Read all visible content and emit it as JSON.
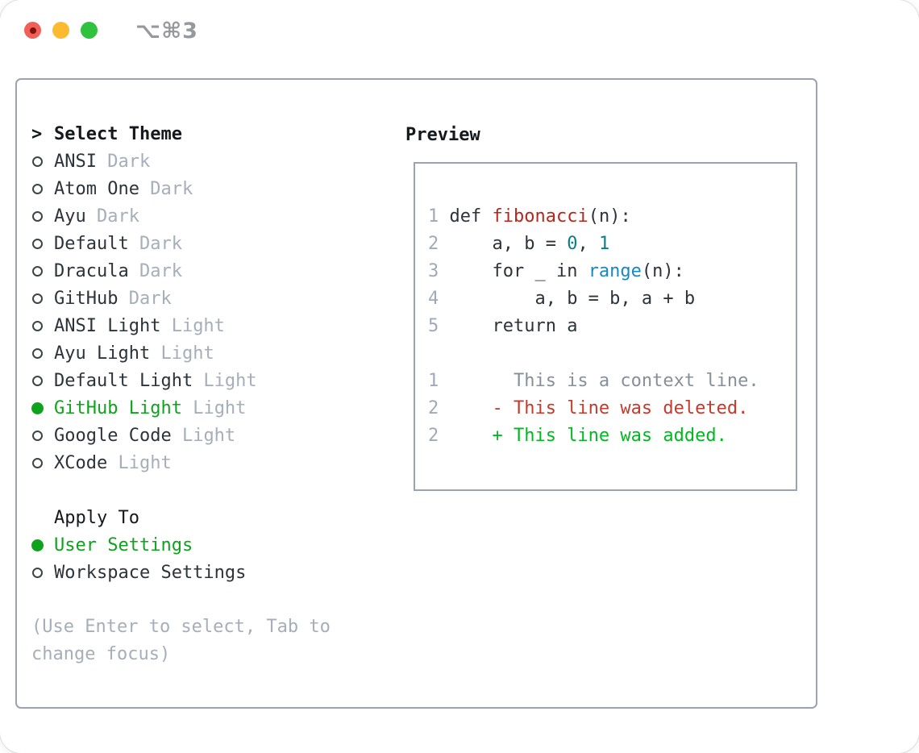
{
  "window": {
    "title": "⌥⌘3"
  },
  "titlebar": {
    "buttons": [
      {
        "name": "close"
      },
      {
        "name": "minimize"
      },
      {
        "name": "zoom"
      }
    ]
  },
  "theme_list": {
    "prompt_icon": ">",
    "header": "Select Theme",
    "items": [
      {
        "name": "ANSI",
        "variant": "Dark",
        "selected": false
      },
      {
        "name": "Atom One",
        "variant": "Dark",
        "selected": false
      },
      {
        "name": "Ayu",
        "variant": "Dark",
        "selected": false
      },
      {
        "name": "Default",
        "variant": "Dark",
        "selected": false
      },
      {
        "name": "Dracula",
        "variant": "Dark",
        "selected": false
      },
      {
        "name": "GitHub",
        "variant": "Dark",
        "selected": false
      },
      {
        "name": "ANSI Light",
        "variant": "Light",
        "selected": false
      },
      {
        "name": "Ayu Light",
        "variant": "Light",
        "selected": false
      },
      {
        "name": "Default Light",
        "variant": "Light",
        "selected": false
      },
      {
        "name": "GitHub Light",
        "variant": "Light",
        "selected": true
      },
      {
        "name": "Google Code",
        "variant": "Light",
        "selected": false
      },
      {
        "name": "XCode",
        "variant": "Light",
        "selected": false
      }
    ]
  },
  "apply_to": {
    "header": "Apply To",
    "options": [
      {
        "label": "User Settings",
        "selected": true
      },
      {
        "label": "Workspace Settings",
        "selected": false
      }
    ]
  },
  "help_text": "(Use Enter to select, Tab to change focus)",
  "preview": {
    "header": "Preview",
    "code_lines": [
      {
        "num": "1",
        "segments": [
          {
            "text": " def ",
            "color": "fg"
          },
          {
            "text": "fibonacci",
            "color": "func"
          },
          {
            "text": "(n):",
            "color": "fg"
          }
        ]
      },
      {
        "num": "2",
        "segments": [
          {
            "text": "     a, b = ",
            "color": "fg"
          },
          {
            "text": "0",
            "color": "numlit"
          },
          {
            "text": ", ",
            "color": "fg"
          },
          {
            "text": "1",
            "color": "numlit"
          }
        ]
      },
      {
        "num": "3",
        "segments": [
          {
            "text": "     for _ in ",
            "color": "fg"
          },
          {
            "text": "range",
            "color": "call"
          },
          {
            "text": "(n):",
            "color": "fg"
          }
        ]
      },
      {
        "num": "4",
        "segments": [
          {
            "text": "         a, b = b, a + b",
            "color": "fg"
          }
        ]
      },
      {
        "num": "5",
        "segments": [
          {
            "text": "     return a",
            "color": "fg"
          }
        ]
      }
    ],
    "diff_lines": [
      {
        "num": "1",
        "segments": [
          {
            "text": "       This is a context line.",
            "color": "ctx"
          }
        ]
      },
      {
        "num": "2",
        "segments": [
          {
            "text": "     - This line was deleted.",
            "color": "del"
          }
        ]
      },
      {
        "num": "2",
        "segments": [
          {
            "text": "     + This line was added.",
            "color": "add"
          }
        ]
      }
    ]
  },
  "colors": {
    "accent_green": "#0fa31d",
    "added_green": "#00b81f",
    "deleted_red": "#c43a2c",
    "func_red": "#b3281e",
    "num_teal": "#0c7e84",
    "call_blue": "#1987c2",
    "text_dark": "#2d333a",
    "heading_black": "#15181c",
    "muted_gray": "#a6aeb9",
    "line_number_gray": "#9fa9b8",
    "context_gray": "#878f98",
    "panel_border": "#9aa3af",
    "title_gray": "#96989c",
    "traffic_red": "#f15f57",
    "traffic_red_dot": "#7d150d",
    "traffic_yellow": "#fcbb2e",
    "traffic_green": "#2fc23e"
  }
}
